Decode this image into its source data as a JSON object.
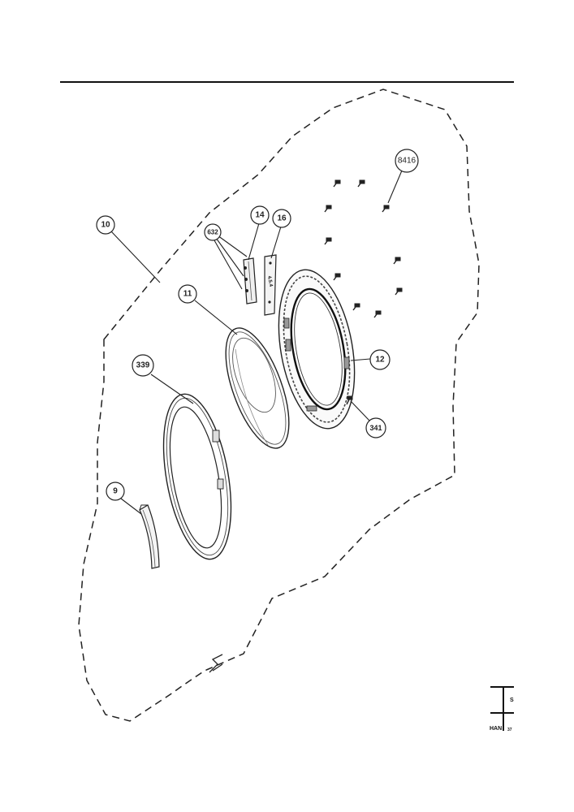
{
  "diagram": {
    "callouts": [
      {
        "id": "10",
        "label": "10"
      },
      {
        "id": "14",
        "label": "14"
      },
      {
        "id": "16",
        "label": "16"
      },
      {
        "id": "632",
        "label": "632"
      },
      {
        "id": "8416",
        "label": "8416"
      },
      {
        "id": "11",
        "label": "11"
      },
      {
        "id": "339",
        "label": "339"
      },
      {
        "id": "12",
        "label": "12"
      },
      {
        "id": "341",
        "label": "341"
      },
      {
        "id": "9",
        "label": "9"
      }
    ],
    "footer": {
      "left_text": "HAN",
      "right_text_top": "S",
      "right_text_bottom": "37"
    }
  }
}
